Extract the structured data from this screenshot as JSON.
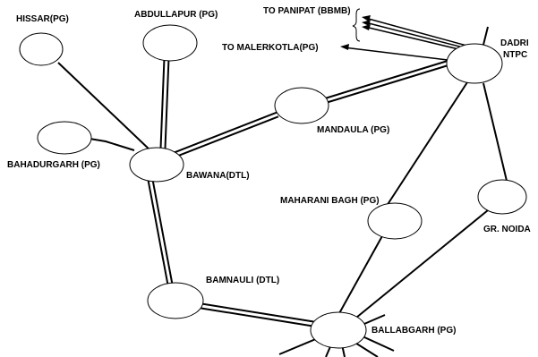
{
  "diagram": {
    "nodes": {
      "hissar": "HISSAR(PG)",
      "abdullapur": "ABDULLAPUR (PG)",
      "bahadurgarh": "BAHADURGARH (PG)",
      "bawana": "BAWANA(DTL)",
      "mandaula": "MANDAULA (PG)",
      "dadri": "DADRI NTPC",
      "dadri_line1": "DADRI",
      "dadri_line2": "NTPC",
      "maharani_bagh": "MAHARANI BAGH (PG)",
      "gr_noida": "GR. NOIDA",
      "bamnauli": "BAMNAULI (DTL)",
      "ballabgarh": "BALLABGARH (PG)"
    },
    "external_labels": {
      "panipat": "TO PANIPAT (BBMB)",
      "malerkotla": "TO MALERKOTLA(PG)"
    }
  }
}
